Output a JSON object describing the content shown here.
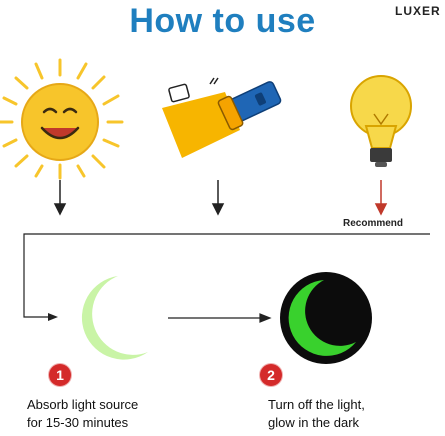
{
  "header": {
    "title": "How to use",
    "brand": "LUXER"
  },
  "labels": {
    "recommend": "Recommend"
  },
  "steps": [
    {
      "number": "1",
      "text_line1": "Absorb light source",
      "text_line2": "for 15-30 minutes"
    },
    {
      "number": "2",
      "text_line1": "Turn off the light,",
      "text_line2": "glow in the dark"
    }
  ],
  "icons": {
    "sources": [
      "sun-icon",
      "flashlight-icon",
      "light-bulb-icon"
    ],
    "moons": [
      "moon-charged-icon",
      "moon-glowing-icon"
    ]
  },
  "colors": {
    "title": "#1f7fbf",
    "number_badge": "#d42a2a",
    "recommend_arrow": "#c0392b",
    "sun": "#f7c52b",
    "moon_light": "#c9f4a6",
    "moon_glow": "#39d12d"
  }
}
